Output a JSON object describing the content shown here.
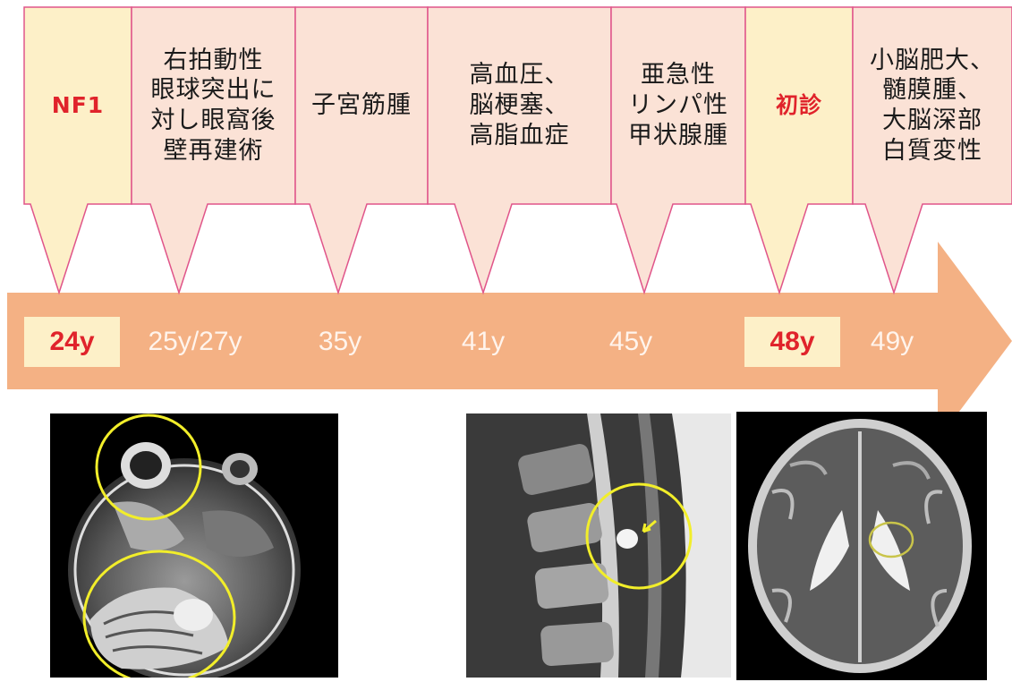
{
  "colors": {
    "callout_fill": "#fbe2d6",
    "callout_highlight_fill": "#fdf0c8",
    "callout_border": "#e0558a",
    "arrow": "#f4b184",
    "highlight_text": "#e0232b",
    "annotation": "#f2ee2a"
  },
  "events": [
    {
      "label": "NF1",
      "age": "24y",
      "highlight": true
    },
    {
      "label": "右拍動性\n眼球突出に\n対し眼窩後\n壁再建術",
      "age": "25y/27y",
      "highlight": false
    },
    {
      "label": "子宮筋腫",
      "age": "35y",
      "highlight": false
    },
    {
      "label": "高血圧、\n脳梗塞、\n高脂血症",
      "age": "41y",
      "highlight": false
    },
    {
      "label": "亜急性\nリンパ性\n甲状腺腫",
      "age": "45y",
      "highlight": false
    },
    {
      "label": "初診",
      "age": "48y",
      "highlight": true
    },
    {
      "label": "小脳肥大、\n髄膜腫、\n大脳深部\n白質変性",
      "age": "49y",
      "highlight": false
    }
  ],
  "images": [
    {
      "name": "axial-orbit-posterior-fossa-mri",
      "icon": "brain-mri-axial-icon"
    },
    {
      "name": "sagittal-spine-mri",
      "icon": "spine-mri-sagittal-icon"
    },
    {
      "name": "axial-cerebrum-mri",
      "icon": "brain-mri-axial-icon"
    }
  ]
}
